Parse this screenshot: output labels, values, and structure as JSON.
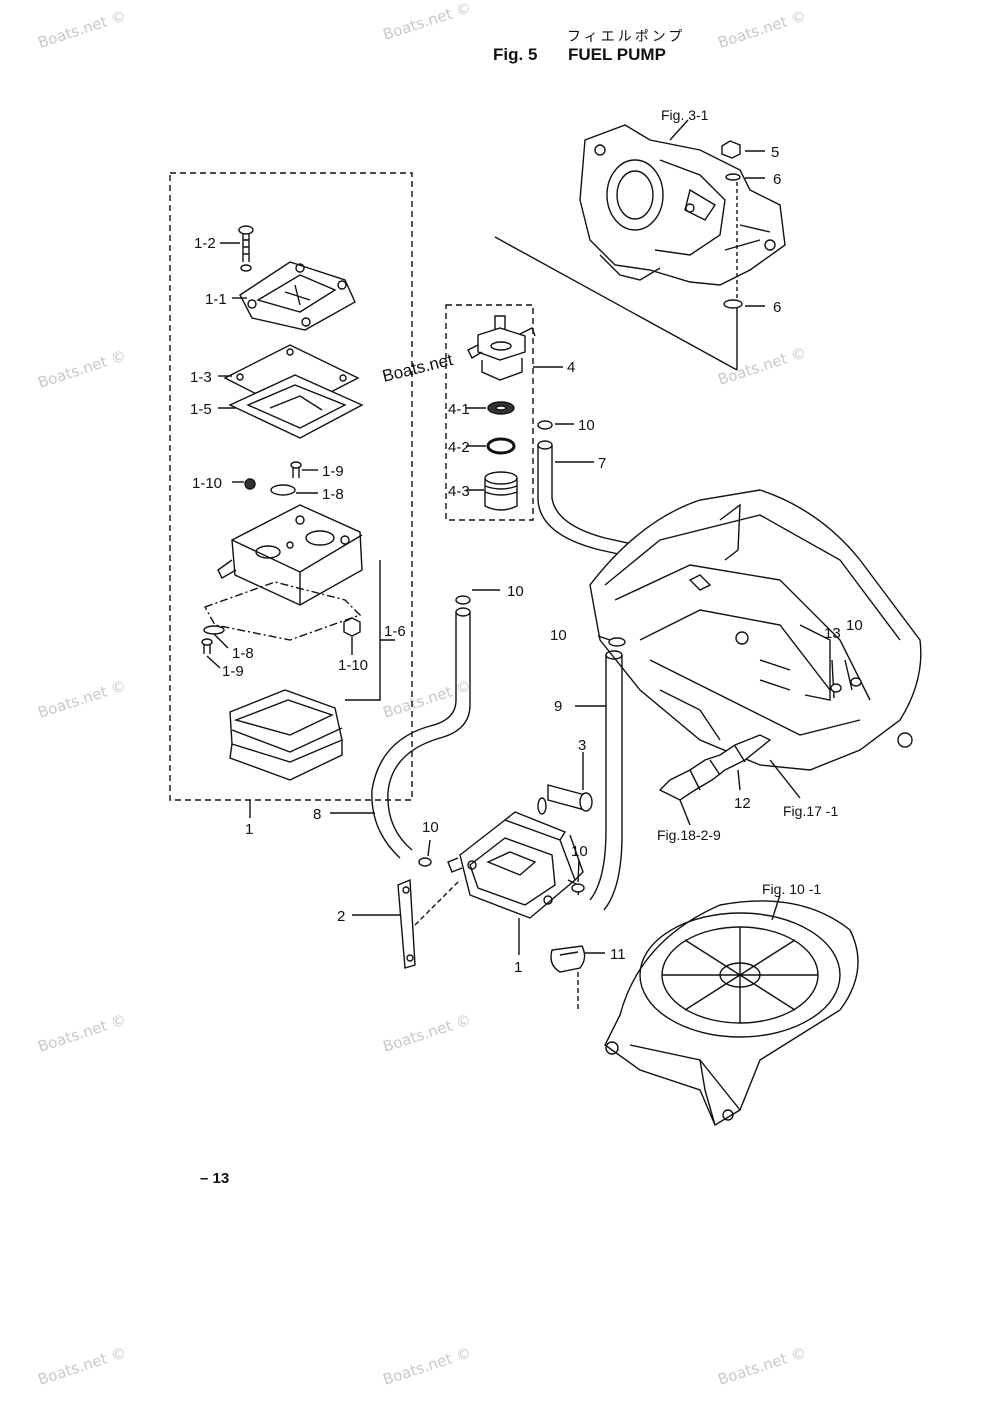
{
  "header": {
    "japanese_title": "フィエルポンプ",
    "fig_number": "Fig. 5",
    "title": "FUEL PUMP"
  },
  "page_number": "13",
  "inline_watermark": "Boats.net",
  "watermark_text": "Boats.net ©",
  "references": {
    "fig3_1": "Fig. 3-1",
    "fig17_1": "Fig.17 -1",
    "fig18_2_9": "Fig.18-2-9",
    "fig10_1": "Fig. 10 -1"
  },
  "callouts": {
    "c1_2": "1-2",
    "c1_1": "1-1",
    "c1_3": "1-3",
    "c1_5": "1-5",
    "c1_10a": "1-10",
    "c1_9a": "1-9",
    "c1_8a": "1-8",
    "c1_8b": "1-8",
    "c1_9b": "1-9",
    "c1_10b": "1-10",
    "c1_6": "1-6",
    "c1_group": "1",
    "c4": "4",
    "c4_1": "4-1",
    "c4_2": "4-2",
    "c4_3": "4-3",
    "c5": "5",
    "c6a": "6",
    "c6b": "6",
    "c7": "7",
    "c10a": "10",
    "c10b": "10",
    "c10c": "10",
    "c10d": "10",
    "c10e": "10",
    "c10f": "10",
    "c13": "13",
    "c9": "9",
    "c3": "3",
    "c12": "12",
    "c8": "8",
    "c2": "2",
    "c1_pump": "1",
    "c11": "11"
  }
}
